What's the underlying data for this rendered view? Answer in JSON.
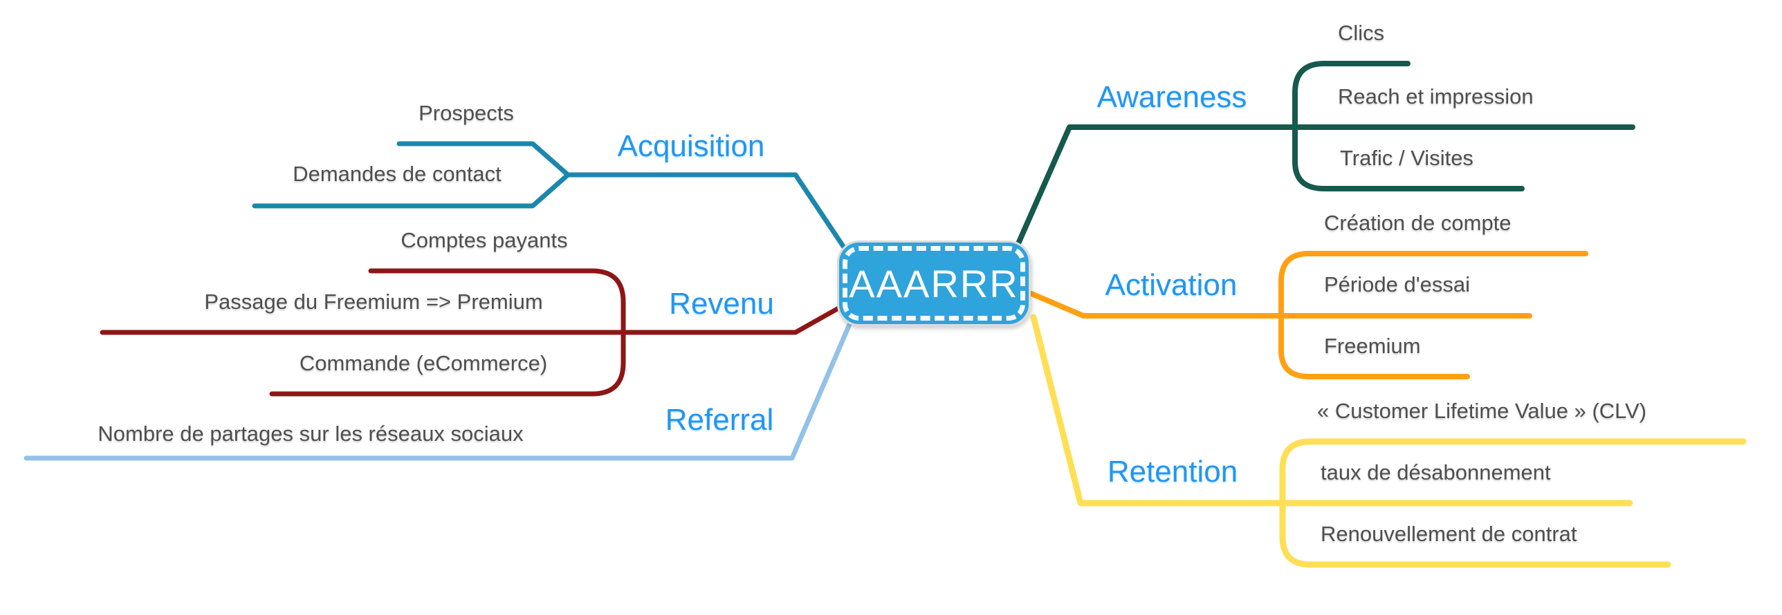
{
  "title": "AAARRR pirate metrics mind map",
  "center": {
    "label": "AAARRR",
    "fill_color": "#2FA3DC",
    "dash_border_color": "#ffffff",
    "outline_color": "#dcdcdc",
    "text_color": "#ffffff"
  },
  "branch_label_color": "#2196F3",
  "child_text_color": "#4f4f4f",
  "branches": [
    {
      "id": "acquisition",
      "label": "Acquisition",
      "color": "#1B87AD",
      "side": "left",
      "children": [
        "Prospects",
        "Demandes de contact"
      ]
    },
    {
      "id": "revenu",
      "label": "Revenu",
      "color": "#8E1616",
      "side": "left",
      "children": [
        "Comptes payants",
        "Passage du Freemium => Premium",
        "Commande (eCommerce)"
      ]
    },
    {
      "id": "referral",
      "label": "Referral",
      "color": "#92C1E9",
      "side": "left",
      "children": [
        "Nombre de partages sur les réseaux sociaux"
      ]
    },
    {
      "id": "awareness",
      "label": "Awareness",
      "color": "#16594D",
      "side": "right",
      "children": [
        "Clics",
        "Reach et impression",
        "Trafic / Visites"
      ]
    },
    {
      "id": "activation",
      "label": "Activation",
      "color": "#FFA013",
      "side": "right",
      "children": [
        "Création de compte",
        "Période d'essai",
        "Freemium"
      ]
    },
    {
      "id": "retention",
      "label": "Retention",
      "color": "#FFDF55",
      "side": "right",
      "children": [
        "« Customer Lifetime Value » (CLV)",
        "taux de désabonnement",
        "Renouvellement de contrat"
      ]
    }
  ]
}
